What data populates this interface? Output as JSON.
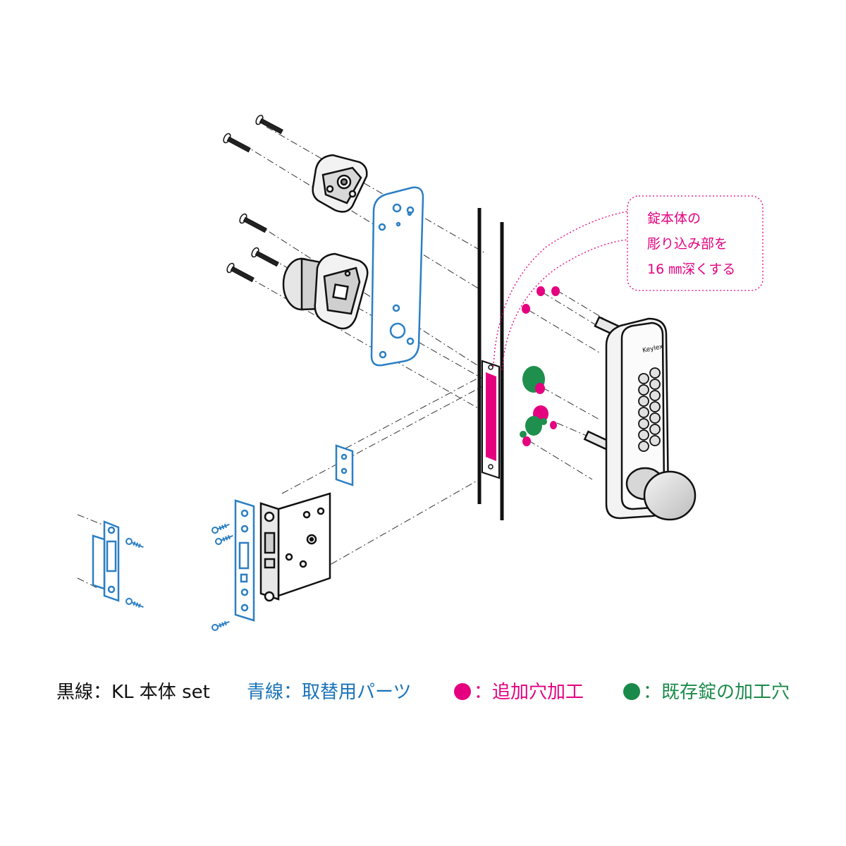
{
  "callout": {
    "lines": [
      "錠本体の",
      "彫り込み部を",
      "16 ㎜深くする"
    ]
  },
  "legend": {
    "black": {
      "text": "黒線：KL 本体 set",
      "color": "#111111"
    },
    "blue": {
      "text": "青線：取替用パーツ",
      "color": "#1a73b8"
    },
    "pink": {
      "text": "：追加穴加工",
      "color": "#e4007f"
    },
    "green": {
      "text": "：既存錠の加工穴",
      "color": "#1a8a4a"
    }
  },
  "colors": {
    "black_line": "#111111",
    "blue_line": "#2b7fc4",
    "pink": "#e4007f",
    "green": "#1f8f4e"
  }
}
